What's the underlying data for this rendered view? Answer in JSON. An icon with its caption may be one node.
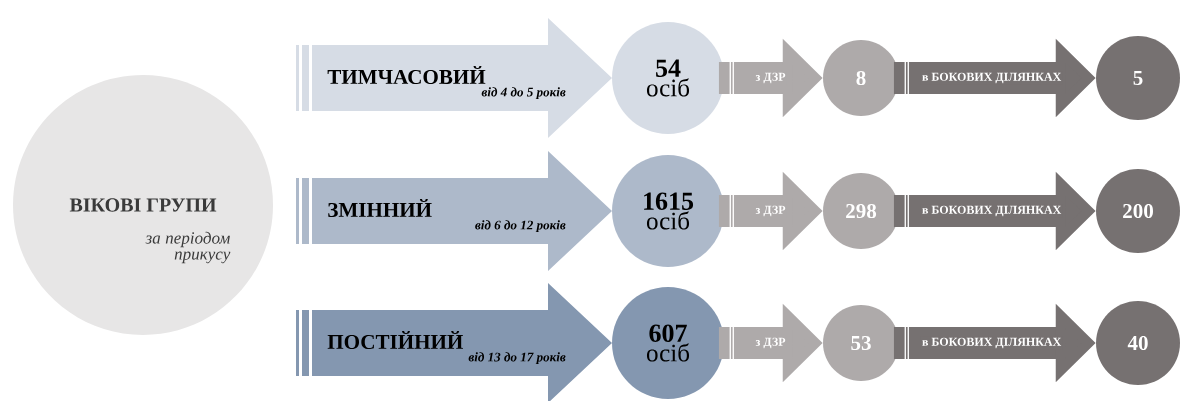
{
  "diagram": {
    "nodes": [
      {
        "text": [
          "ВІКОВІ ГРУПИ",
          "за періодом прикусу"
        ]
      },
      {
        "text": [
          "ТИМЧАСОВИЙ",
          "від 4 до 5 років"
        ]
      },
      {
        "text": [
          "54",
          "осіб"
        ]
      },
      {
        "text": [
          "8"
        ]
      },
      {
        "text": [
          "5"
        ]
      },
      {
        "text": [
          "ЗМІННИЙ",
          "від 6 до 12 років"
        ]
      },
      {
        "text": [
          "1615",
          "осіб"
        ]
      },
      {
        "text": [
          "298"
        ]
      },
      {
        "text": [
          "200"
        ]
      },
      {
        "text": [
          "ПОСТІЙНИЙ",
          "від 13 до 17 років"
        ]
      },
      {
        "text": [
          "607",
          "осіб"
        ]
      },
      {
        "text": [
          "53"
        ]
      },
      {
        "text": [
          "40"
        ]
      }
    ],
    "edges": [
      {
        "from": 2,
        "to": 3,
        "arrow": "to",
        "label": "з ДЗР",
        "color": "#aeaaaa"
      },
      {
        "from": 3,
        "to": 4,
        "arrow": "to",
        "label": "в БОКОВИХ ДІЛЯНКАХ",
        "color": "#767171"
      },
      {
        "from": 6,
        "to": 7,
        "arrow": "to",
        "label": "з ДЗР",
        "color": "#aeaaaa"
      },
      {
        "from": 7,
        "to": 8,
        "arrow": "to",
        "label": "в БОКОВИХ ДІЛЯНКАХ",
        "color": "#767171"
      },
      {
        "from": 10,
        "to": 11,
        "arrow": "to",
        "label": "з ДЗР",
        "color": "#aeaaaa"
      },
      {
        "from": 11,
        "to": 12,
        "arrow": "to",
        "label": "в БОКОВИХ ДІЛЯНКАХ",
        "color": "#767171"
      }
    ]
  }
}
